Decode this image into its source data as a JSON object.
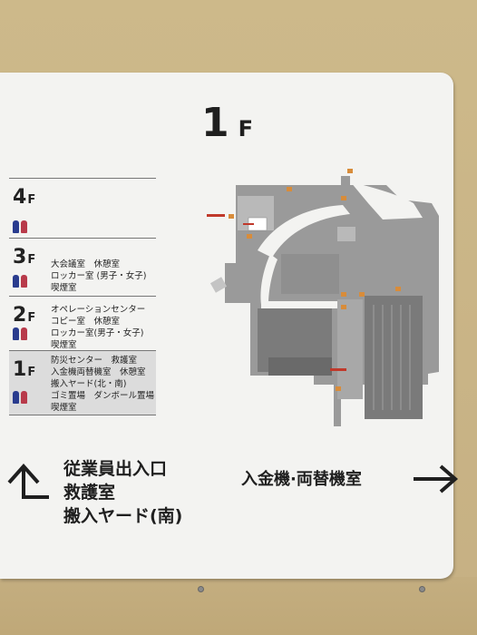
{
  "title": {
    "floor": "1",
    "unit": "F"
  },
  "floors": [
    {
      "num": "4",
      "unit": "F",
      "text": "",
      "active": false
    },
    {
      "num": "3",
      "unit": "F",
      "text": "大会議室　休憩室\nロッカー室 (男子・女子)\n喫煙室",
      "active": false
    },
    {
      "num": "2",
      "unit": "F",
      "text": "オペレーションセンター\nコピー室　休憩室\nロッカー室(男子・女子)\n喫煙室",
      "active": false
    },
    {
      "num": "1",
      "unit": "F",
      "text": "防災センター　救護室\n入金機両替機室　休憩室\n搬入ヤード(北・南)\nゴミ置場　ダンボール置場\n喫煙室",
      "active": true
    }
  ],
  "directions": {
    "left_lines": [
      "従業員出入口",
      "救護室",
      "搬入ヤード(南)"
    ],
    "right_text": "入金機·両替機室"
  },
  "colors": {
    "sign": "#f3f3f1",
    "wall": "#cdb98a",
    "map_gray": "#8d8d8d",
    "text": "#1f1f1f"
  }
}
